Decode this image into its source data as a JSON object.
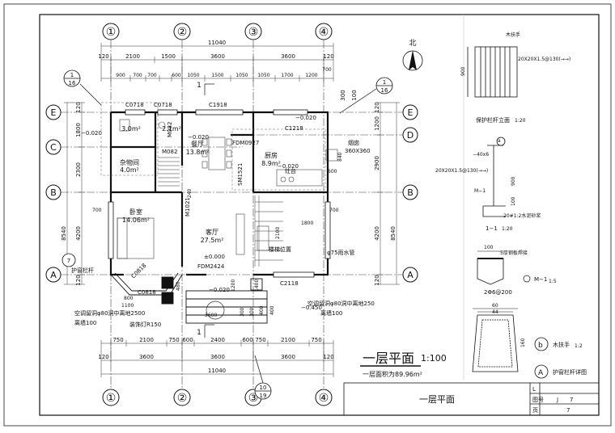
{
  "grid": {
    "columns": [
      "①",
      "②",
      "③",
      "④"
    ],
    "rows": [
      "E",
      "D",
      "C",
      "B",
      "A"
    ]
  },
  "dims": {
    "total_top": "11040",
    "total_bottom": "11040",
    "top_row1": [
      "120",
      "2100",
      "1500",
      "3600",
      "3600",
      "120"
    ],
    "top_row2": [
      "900",
      "700",
      "700",
      "600",
      "1050",
      "1500",
      "1050",
      "1050",
      "1700",
      "1200",
      "700"
    ],
    "bottom_row1": [
      "750",
      "2100",
      "750",
      "600",
      "2400",
      "600",
      "750",
      "2100",
      "750"
    ],
    "bottom_row2": [
      "3600",
      "3600",
      "3600"
    ],
    "bottom_row2_edge": [
      "120",
      "120"
    ],
    "left_row1": [
      "120",
      "1800",
      "2300",
      "4200",
      "120"
    ],
    "left_row2": [
      "8540"
    ],
    "left_misc": [
      "−0.020"
    ],
    "right_row1": [
      "120",
      "1200",
      "2900",
      "4200",
      "120"
    ],
    "right_row2": [
      "8540"
    ],
    "right_misc": [
      "300",
      "100"
    ]
  },
  "rooms": [
    {
      "name": "餐厅",
      "area": "13.8m²"
    },
    {
      "name": "厨房",
      "area": "8.9m²"
    },
    {
      "name": "杂物间",
      "area": "4.0m²"
    },
    {
      "name": "卧室",
      "area": "14.06m²"
    },
    {
      "name": "客厅",
      "area": "27.5m²"
    },
    {
      "name": "",
      "area": "3.0m²"
    },
    {
      "name": "",
      "area": "2.1m²"
    }
  ],
  "labels": {
    "c0718a": "C0718",
    "c0718b": "C0718",
    "c1918": "C1918",
    "c1218": "C1218",
    "c2118": "C2118",
    "c0818": "C0818",
    "c0818b": "C0818",
    "fdm0927": "FDM0927",
    "fdm2424": "FDM2424",
    "m082a": "M082",
    "m082b": "M082",
    "m1021": "M1021",
    "sm1521": "SM1521",
    "lvl_dining": "−0.020",
    "lvl_kitchen": "−0.020",
    "lvl_top": "−0.020",
    "lvl_living": "±0.000",
    "lvl_porch": "−0.020",
    "lvl_outside": "−0.450",
    "stove": "灶台",
    "chimney": "烟囱",
    "chimney_size": "360X360",
    "stair_pos": "楼梯位置",
    "railing": "护窗栏杆",
    "downpipe": "φ75雨水管",
    "ac_left_1": "空调留洞φ80洞中离地2500",
    "ac_left_2": "离墙100",
    "ac_right_1": "空调留洞φ80洞中离地250",
    "ac_right_2": "离墙100",
    "lamp": "装饰灯R150",
    "dim_1800": "1800",
    "dim_2100": "2100",
    "dim_700a": "700",
    "dim_700b": "700",
    "dim_3600": "3600",
    "dim_1200": "1200",
    "dim_1400": "1400",
    "dim_1100": "1100",
    "dim_800": "800",
    "dim_840": "840",
    "dim_600": "600",
    "dim_400a": "400",
    "dim_400b": "400",
    "dim_300": "300",
    "dim_300b": "300",
    "dim_240": "240",
    "dim_480": "480",
    "north": "北",
    "sect_mark_a_top": "1",
    "sect_mark_a_bot": "16",
    "sect_mark_b_top": "1",
    "sect_mark_b_bot": "16",
    "sect_mark_c_top": "10",
    "sect_mark_c_bot": "19",
    "sect_cut_1": "1",
    "sect_cut_1b": "1"
  },
  "title_block": {
    "title": "一层平面",
    "scale": "1:100",
    "area_note": "一层面积为89.96m²",
    "sheet_name": "一层平面",
    "code_l": "L",
    "code_j": "J",
    "code_num": "7",
    "sheet_num": "7",
    "col_label_1": "图号",
    "col_label_2": "页"
  },
  "details": {
    "rail_elev_label": "20X20X1.5@130(→→)",
    "rail_height": "900",
    "rail_caption": "保护栏杆立面",
    "rail_caption_scale": "1:20",
    "rail_top_label": "木扶手",
    "sec_label_1": "−40x6",
    "sec_label_2": "20X20X1.5@130(→→)",
    "sec_label_3": "M−1",
    "sec_label_4": "20#1:2水泥砂浆",
    "sec_caption": "1−1",
    "sec_caption_scale": "1:20",
    "sec_dim_900": "900",
    "sec_dim_100": "100",
    "m1_dim": "100",
    "m1_label": "M−1",
    "m1_scale": "1:5",
    "m1_bottom": "2Φ6@200",
    "m1_top_note": "5厚钢板焊接",
    "hand_w1": "60",
    "hand_w2": "44",
    "hand_h": "160",
    "legend_b": "木扶手",
    "legend_b_scale": "1:2",
    "legend_a": "护窗栏杆详图",
    "legend_b_letter": "b",
    "legend_a_letter": "A",
    "sec_circle": "a"
  }
}
